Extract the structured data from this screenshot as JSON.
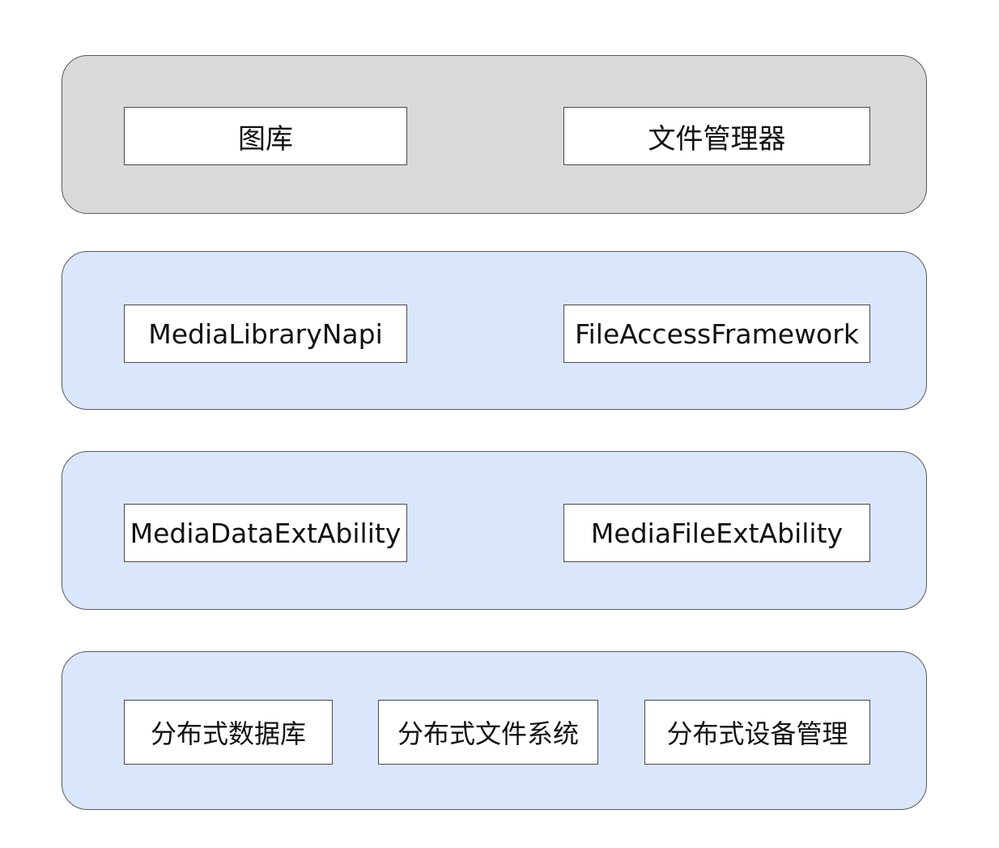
{
  "colors": {
    "app_layer_fill": "#d9d9d9",
    "framework_layer_fill": "#dae6fb",
    "box_fill": "#ffffff",
    "border": "#4a4a4a"
  },
  "layers": [
    {
      "name": "application-layer",
      "fill": "#d9d9d9",
      "items": [
        "图库",
        "文件管理器"
      ]
    },
    {
      "name": "napi-layer",
      "fill": "#dae6fb",
      "items": [
        "MediaLibraryNapi",
        "FileAccessFramework"
      ]
    },
    {
      "name": "ext-ability-layer",
      "fill": "#dae6fb",
      "items": [
        "MediaDataExtAbility",
        "MediaFileExtAbility"
      ]
    },
    {
      "name": "distributed-layer",
      "fill": "#dae6fb",
      "items": [
        "分布式数据库",
        "分布式文件系统",
        "分布式设备管理"
      ]
    }
  ]
}
